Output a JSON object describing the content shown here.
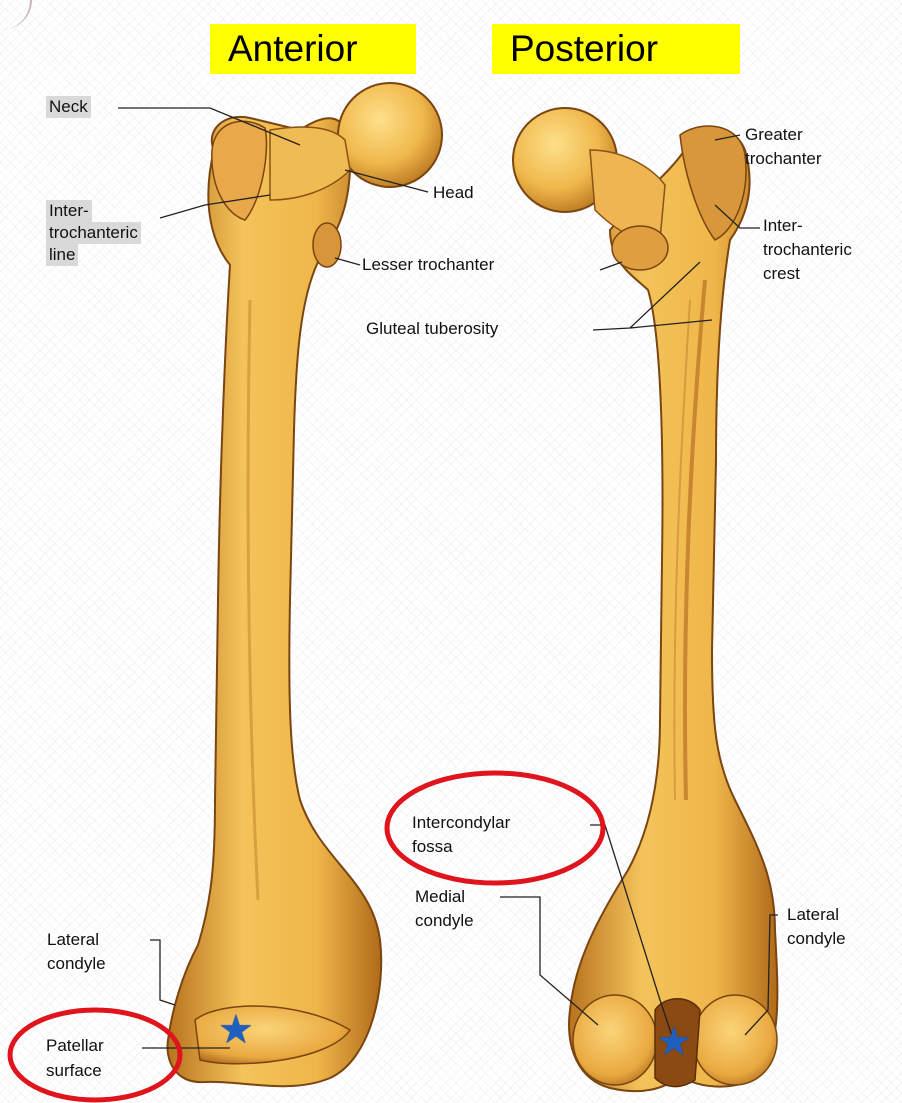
{
  "views": {
    "anterior": "Anterior",
    "posterior": "Posterior"
  },
  "anterior_labels": {
    "neck": "Neck",
    "intertrochanteric_line_1": "Inter-",
    "intertrochanteric_line_2": "trochanteric",
    "intertrochanteric_line_3": "line",
    "head": "Head",
    "lesser_trochanter": "Lesser trochanter",
    "lateral_condyle_1": "Lateral",
    "lateral_condyle_2": "condyle",
    "patellar_surface_1": "Patellar",
    "patellar_surface_2": "surface"
  },
  "posterior_labels": {
    "greater_trochanter_1": "Greater",
    "greater_trochanter_2": "trochanter",
    "intertrochanteric_crest_1": "Inter-",
    "intertrochanteric_crest_2": "trochanteric",
    "intertrochanteric_crest_3": "crest",
    "gluteal_tuberosity": "Gluteal tuberosity",
    "intercondylar_fossa_1": "Intercondylar",
    "intercondylar_fossa_2": "fossa",
    "medial_condyle_1": "Medial",
    "medial_condyle_2": "condyle",
    "lateral_condyle_1": "Lateral",
    "lateral_condyle_2": "condyle"
  },
  "colors": {
    "bone": "#efb64a",
    "bone_shade": "#b8731f",
    "highlight_circle": "#e0141c",
    "star": "#1f5fbf",
    "title_bg": "#ffff00"
  },
  "markers": {
    "star_glyph": "★"
  }
}
